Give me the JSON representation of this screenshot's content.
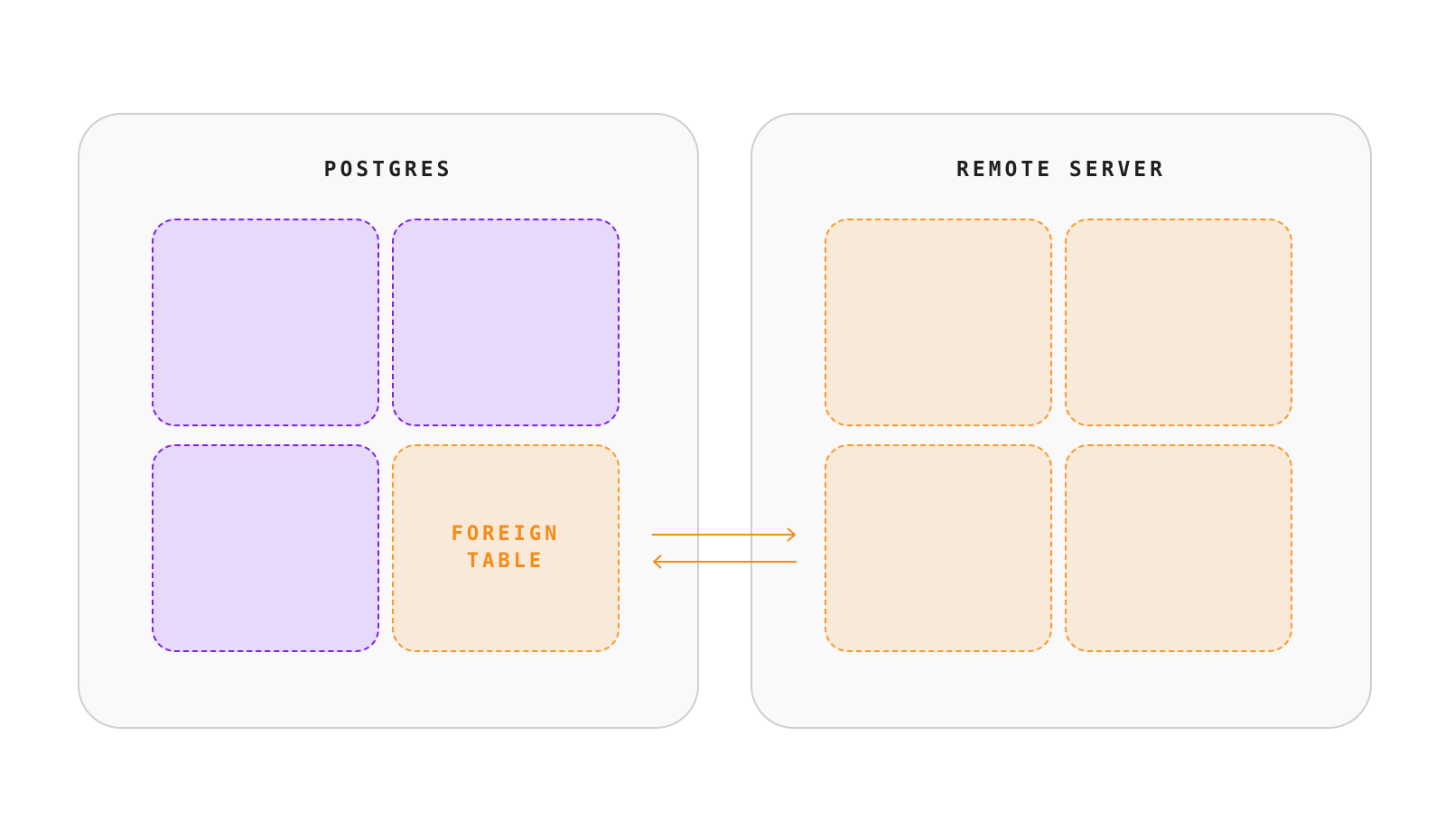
{
  "postgres": {
    "title": "POSTGRES",
    "foreign_table_label": "FOREIGN\nTABLE"
  },
  "remote_server": {
    "title": "REMOTE SERVER"
  },
  "colors": {
    "purple_fill": "#e7d9fa",
    "purple_border": "#7c22e8",
    "orange_fill": "#f9e9d9",
    "orange_border": "#f59a2c",
    "orange_text": "#f58b14",
    "panel_fill": "#f9f9f9",
    "panel_border": "#cfcfcf"
  }
}
